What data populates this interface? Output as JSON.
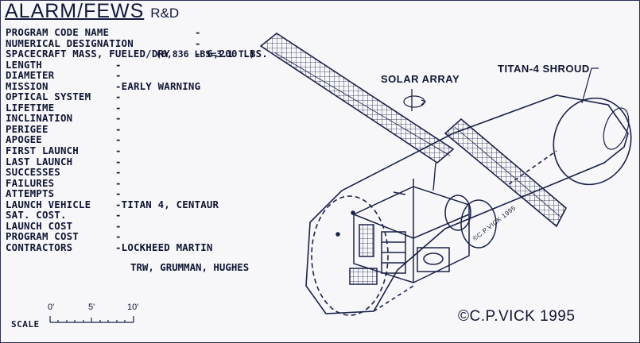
{
  "title": "ALARM/FEWS",
  "subtitle": "R&D",
  "specs": [
    {
      "label": "PROGRAM CODE NAME",
      "value": "-"
    },
    {
      "label": "NUMERICAL DESIGNATION",
      "value": "-"
    },
    {
      "label": "SPACECRAFT MASS, FUELED/DRY",
      "value": "- 6,200 LBS."
    },
    {
      "label": "LENGTH",
      "value": "-"
    },
    {
      "label": "DIAMETER",
      "value": "-"
    },
    {
      "label": "MISSION",
      "value": "-EARLY WARNING"
    },
    {
      "label": "OPTICAL SYSTEM",
      "value": "-"
    },
    {
      "label": "LIFETIME",
      "value": "-"
    },
    {
      "label": "INCLINATION",
      "value": "-"
    },
    {
      "label": "PERIGEE",
      "value": "-"
    },
    {
      "label": "APOGEE",
      "value": "-"
    },
    {
      "label": "FIRST LAUNCH",
      "value": "-"
    },
    {
      "label": "LAST LAUNCH",
      "value": "-"
    },
    {
      "label": "SUCCESSES",
      "value": "-"
    },
    {
      "label": "FAILURES",
      "value": "-"
    },
    {
      "label": "ATTEMPTS",
      "value": "-"
    },
    {
      "label": "LAUNCH VEHICLE",
      "value": "-TITAN 4, CENTAUR"
    },
    {
      "label": "SAT. COST.",
      "value": "-"
    },
    {
      "label": "LAUNCH COST",
      "value": "-"
    },
    {
      "label": "PROGRAM COST",
      "value": "-"
    },
    {
      "label": "CONTRACTORS",
      "value": "-LOCKHEED MARTIN"
    }
  ],
  "mass_note": "(6,836 LBS=3.1 T.)",
  "contractors_line2": "TRW, GRUMMAN, HUGHES",
  "callouts": {
    "solar_array": "SOLAR ARRAY",
    "shroud": "TITAN-4 SHROUD",
    "artist_mark": "©C.P.VICK 1995"
  },
  "scale": {
    "label": "SCALE",
    "ticks": [
      "0'",
      "5'",
      "10'"
    ]
  },
  "credit": "©C.P.VICK 1995",
  "colors": {
    "ink": "#101632",
    "paper": "#f7f7fa"
  }
}
